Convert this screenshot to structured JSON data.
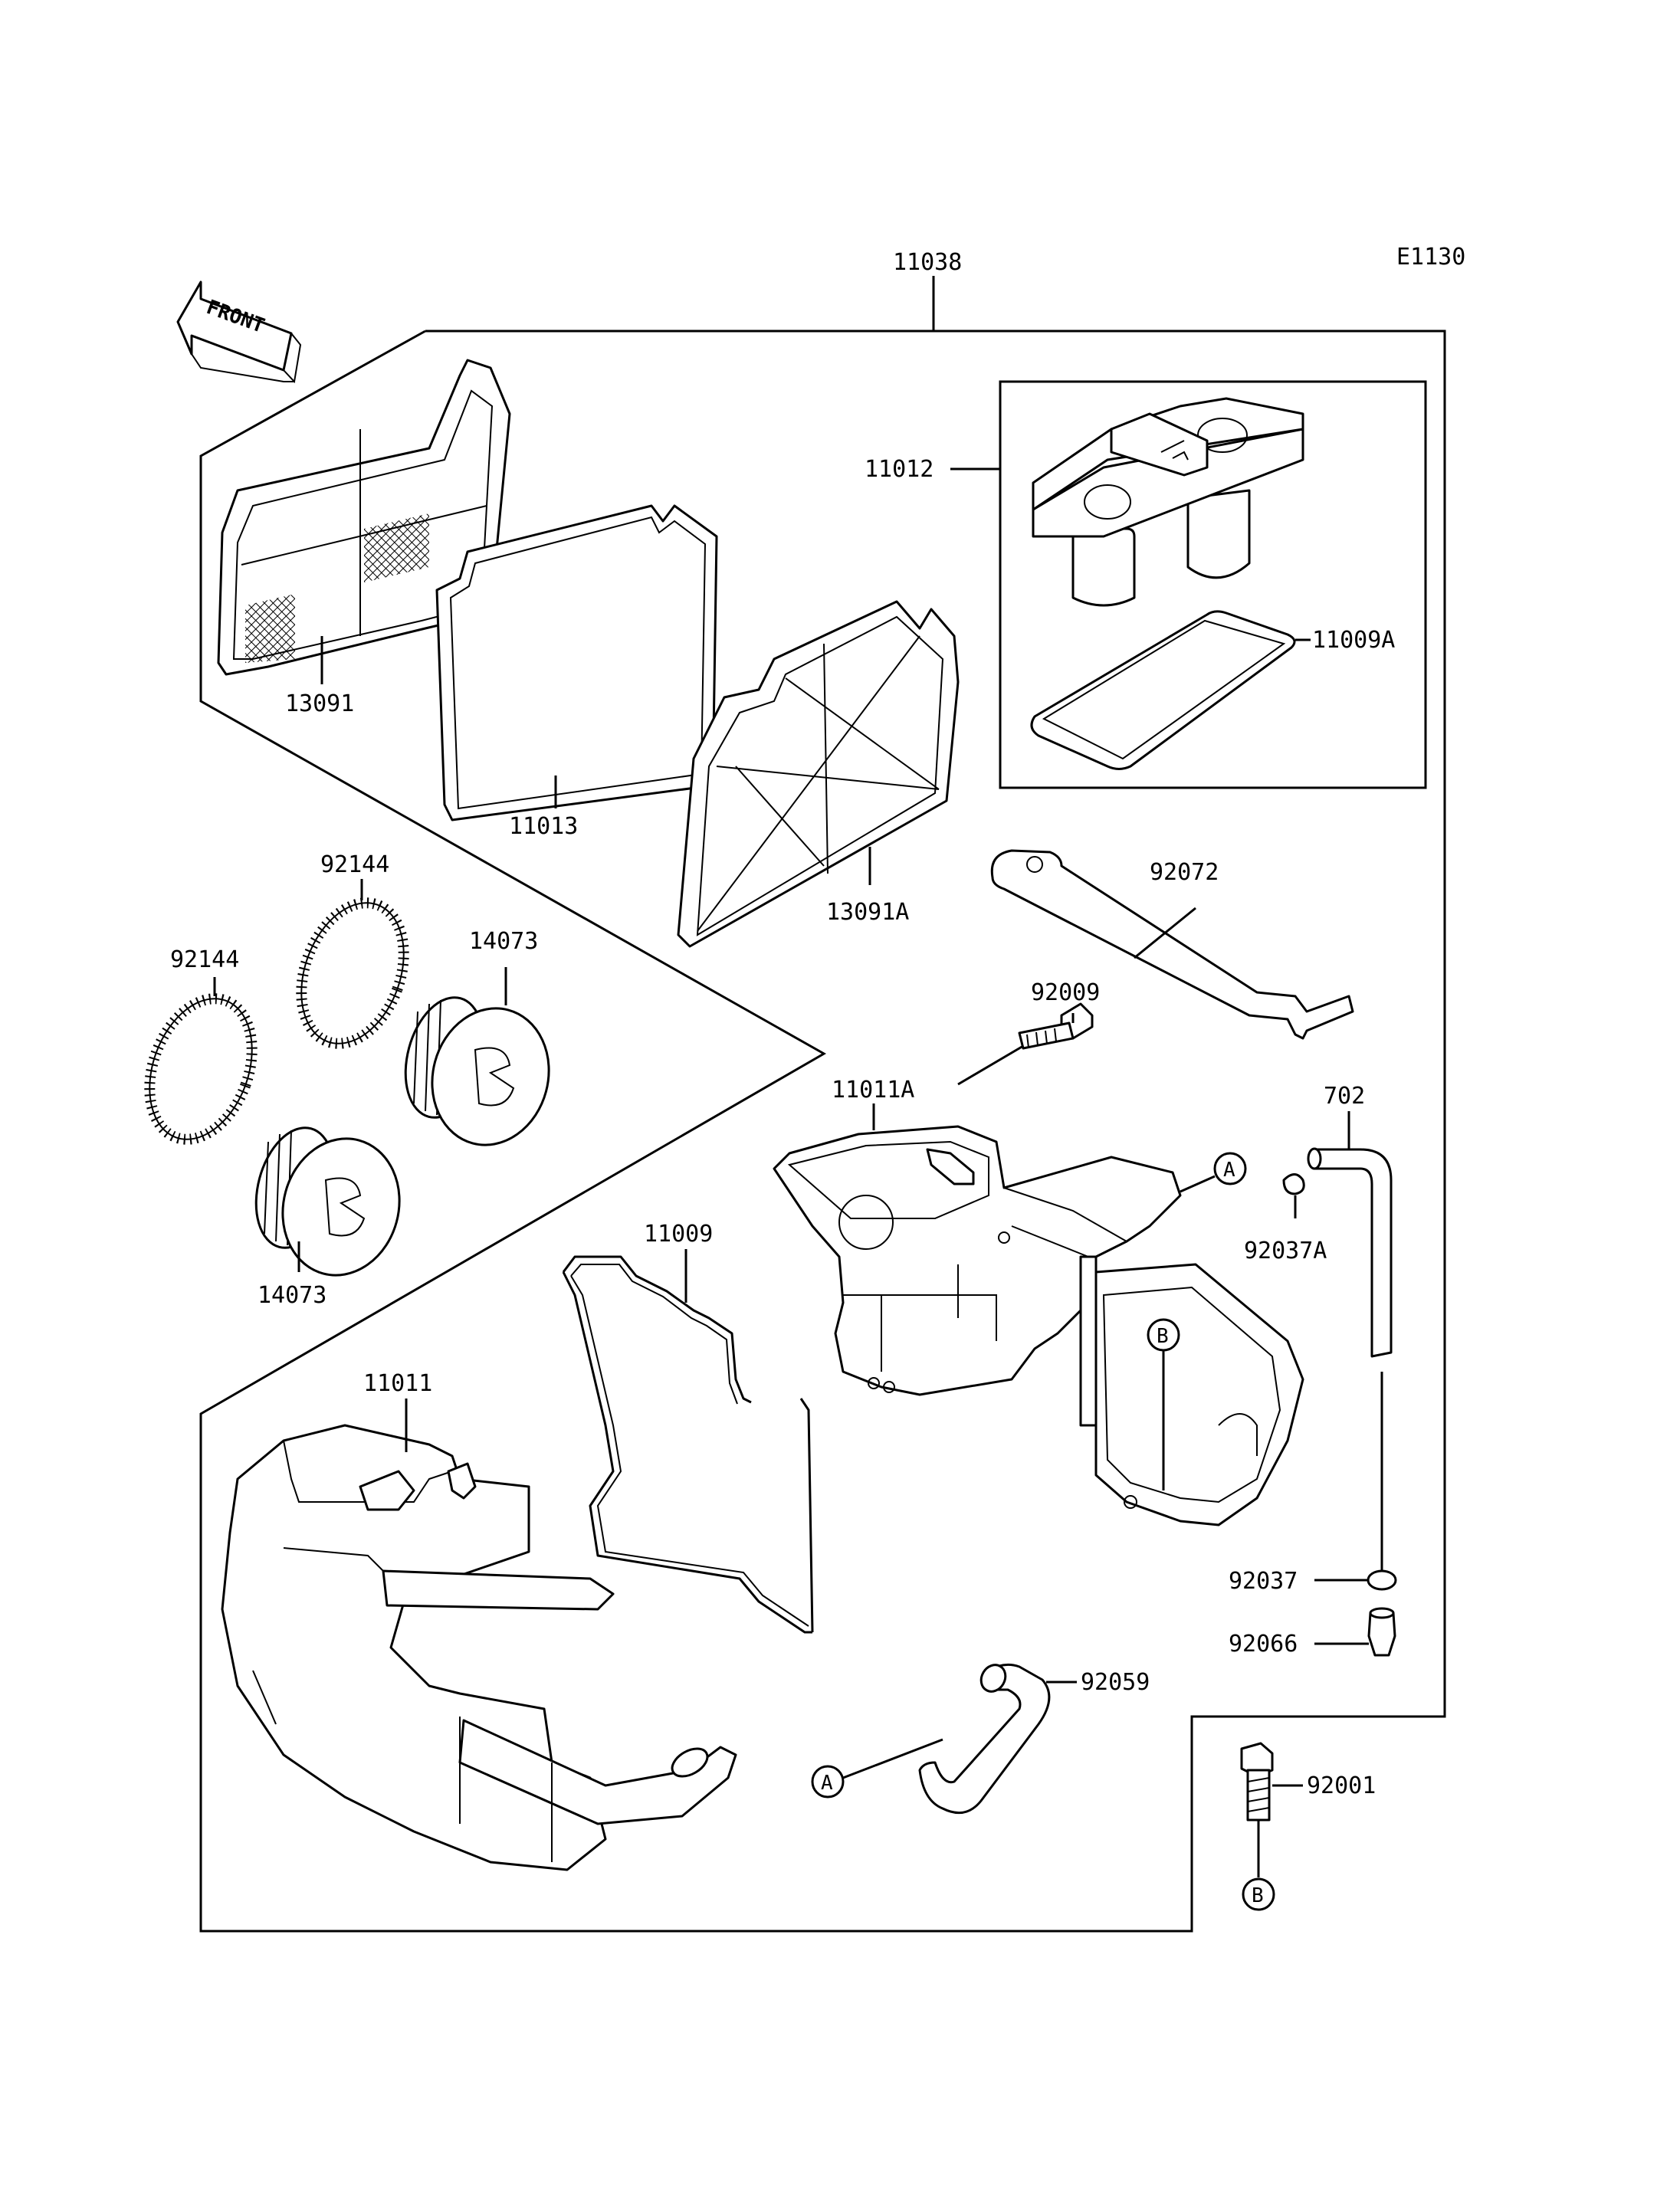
{
  "diagram_code": "E1130",
  "front_arrow_label": "FRONT",
  "callouts": {
    "c_11038": "11038",
    "c_11012": "11012",
    "c_11009A": "11009A",
    "c_13091": "13091",
    "c_11013": "11013",
    "c_13091A": "13091A",
    "c_92072": "92072",
    "c_92144_a": "92144",
    "c_92144_b": "92144",
    "c_14073_a": "14073",
    "c_14073_b": "14073",
    "c_92009": "92009",
    "c_11011A": "11011A",
    "c_702": "702",
    "c_92037A": "92037A",
    "c_11009": "11009",
    "c_11011": "11011",
    "c_92037": "92037",
    "c_92066": "92066",
    "c_92059": "92059",
    "c_92001": "92001"
  },
  "reference_markers": {
    "a_upper": "A",
    "b_upper": "B",
    "a_lower": "A",
    "b_lower": "B"
  }
}
